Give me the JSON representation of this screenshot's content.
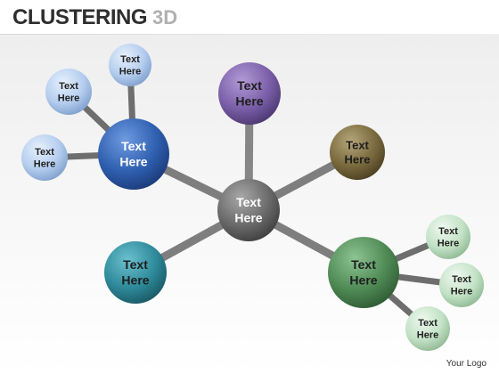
{
  "title": {
    "main": "CLUSTERING",
    "suffix": "3D"
  },
  "logo": "Your Logo",
  "colors": {
    "center": "#6a6a6a",
    "blue": "#2f5fb0",
    "light_blue": "#9ebde8",
    "purple": "#7a5fa8",
    "olive": "#7a6a3e",
    "teal": "#2e8a9a",
    "green": "#4f8a55",
    "light_green": "#b8dcbc",
    "connector": "#8a8a8a"
  },
  "nodes": {
    "center": "Text Here",
    "blue_hub": "Text Here",
    "blue_sat_1": "Text Here",
    "blue_sat_2": "Text Here",
    "blue_sat_3": "Text Here",
    "purple": "Text Here",
    "olive": "Text Here",
    "teal": "Text Here",
    "green_hub": "Text Here",
    "green_sat_1": "Text Here",
    "green_sat_2": "Text Here",
    "green_sat_3": "Text Here"
  }
}
